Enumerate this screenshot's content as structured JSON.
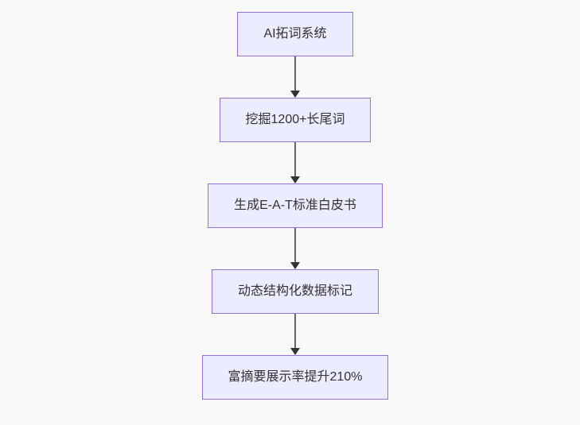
{
  "diagram": {
    "type": "flowchart",
    "direction": "top-down",
    "nodes": [
      {
        "id": "n1",
        "label": "AI拓词系统"
      },
      {
        "id": "n2",
        "label": "挖掘1200+长尾词"
      },
      {
        "id": "n3",
        "label": "生成E-A-T标准白皮书"
      },
      {
        "id": "n4",
        "label": "动态结构化数据标记"
      },
      {
        "id": "n5",
        "label": "富摘要展示率提升210%"
      }
    ],
    "edges": [
      {
        "from": "n1",
        "to": "n2"
      },
      {
        "from": "n2",
        "to": "n3"
      },
      {
        "from": "n3",
        "to": "n4"
      },
      {
        "from": "n4",
        "to": "n5"
      }
    ],
    "colors": {
      "background": "#f9f9f9",
      "node_fill": "#ececff",
      "node_border": "#9370db",
      "node_text": "#333333",
      "arrow_line": "#666666",
      "arrow_head": "#333333"
    }
  }
}
